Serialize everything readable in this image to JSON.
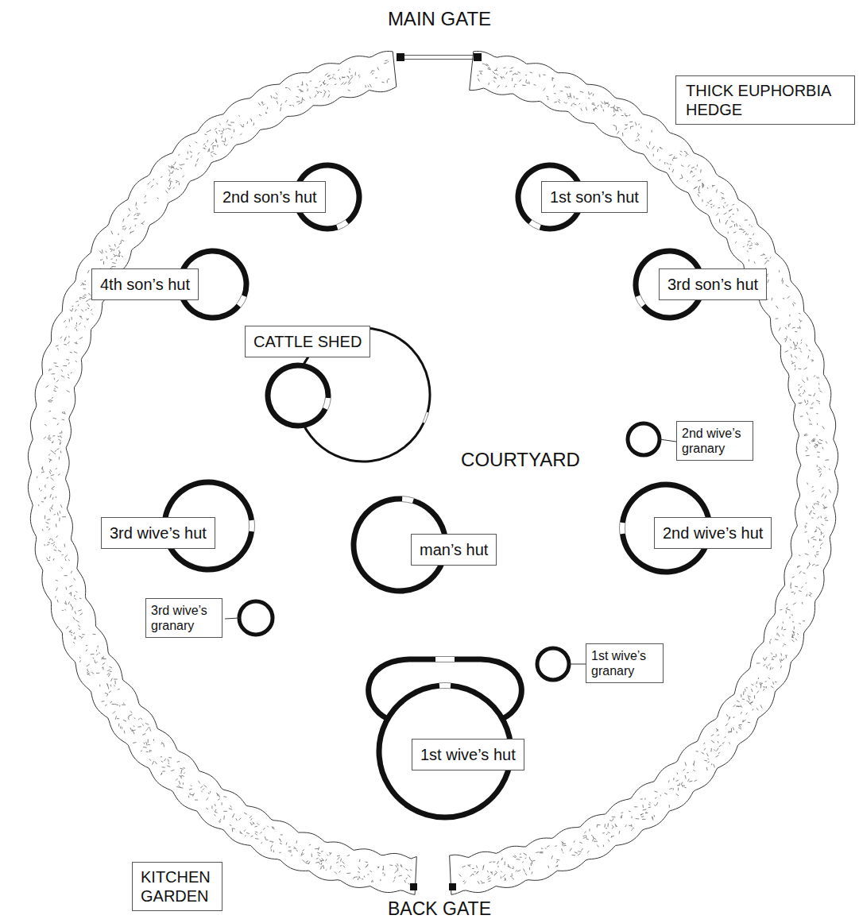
{
  "diagram": {
    "nodes": [
      {
        "text": [
          "THICK EUPHORBIA HEDGE"
        ]
      },
      {
        "text": [
          "2nd son’s hut"
        ]
      },
      {
        "text": [
          "1st son’s hut"
        ]
      },
      {
        "text": [
          "4th son’s hut"
        ]
      },
      {
        "text": [
          "3rd son’s hut"
        ]
      },
      {
        "text": [
          "CATTLE SHED"
        ]
      },
      {
        "text": [
          "2nd wive’s granary"
        ]
      },
      {
        "text": [
          "3rd wive’s hut"
        ]
      },
      {
        "text": [
          "man’s hut"
        ]
      },
      {
        "text": [
          "2nd wive’s hut"
        ]
      },
      {
        "text": [
          "3rd wive’s granary"
        ]
      },
      {
        "text": [
          "1st wive’s granary"
        ]
      },
      {
        "text": [
          "1st wive’s hut"
        ]
      },
      {
        "text": [
          "KITCHEN GARDEN"
        ]
      }
    ],
    "labels": [
      "MAIN GATE",
      "COURTYARD",
      "BACK GATE"
    ]
  }
}
